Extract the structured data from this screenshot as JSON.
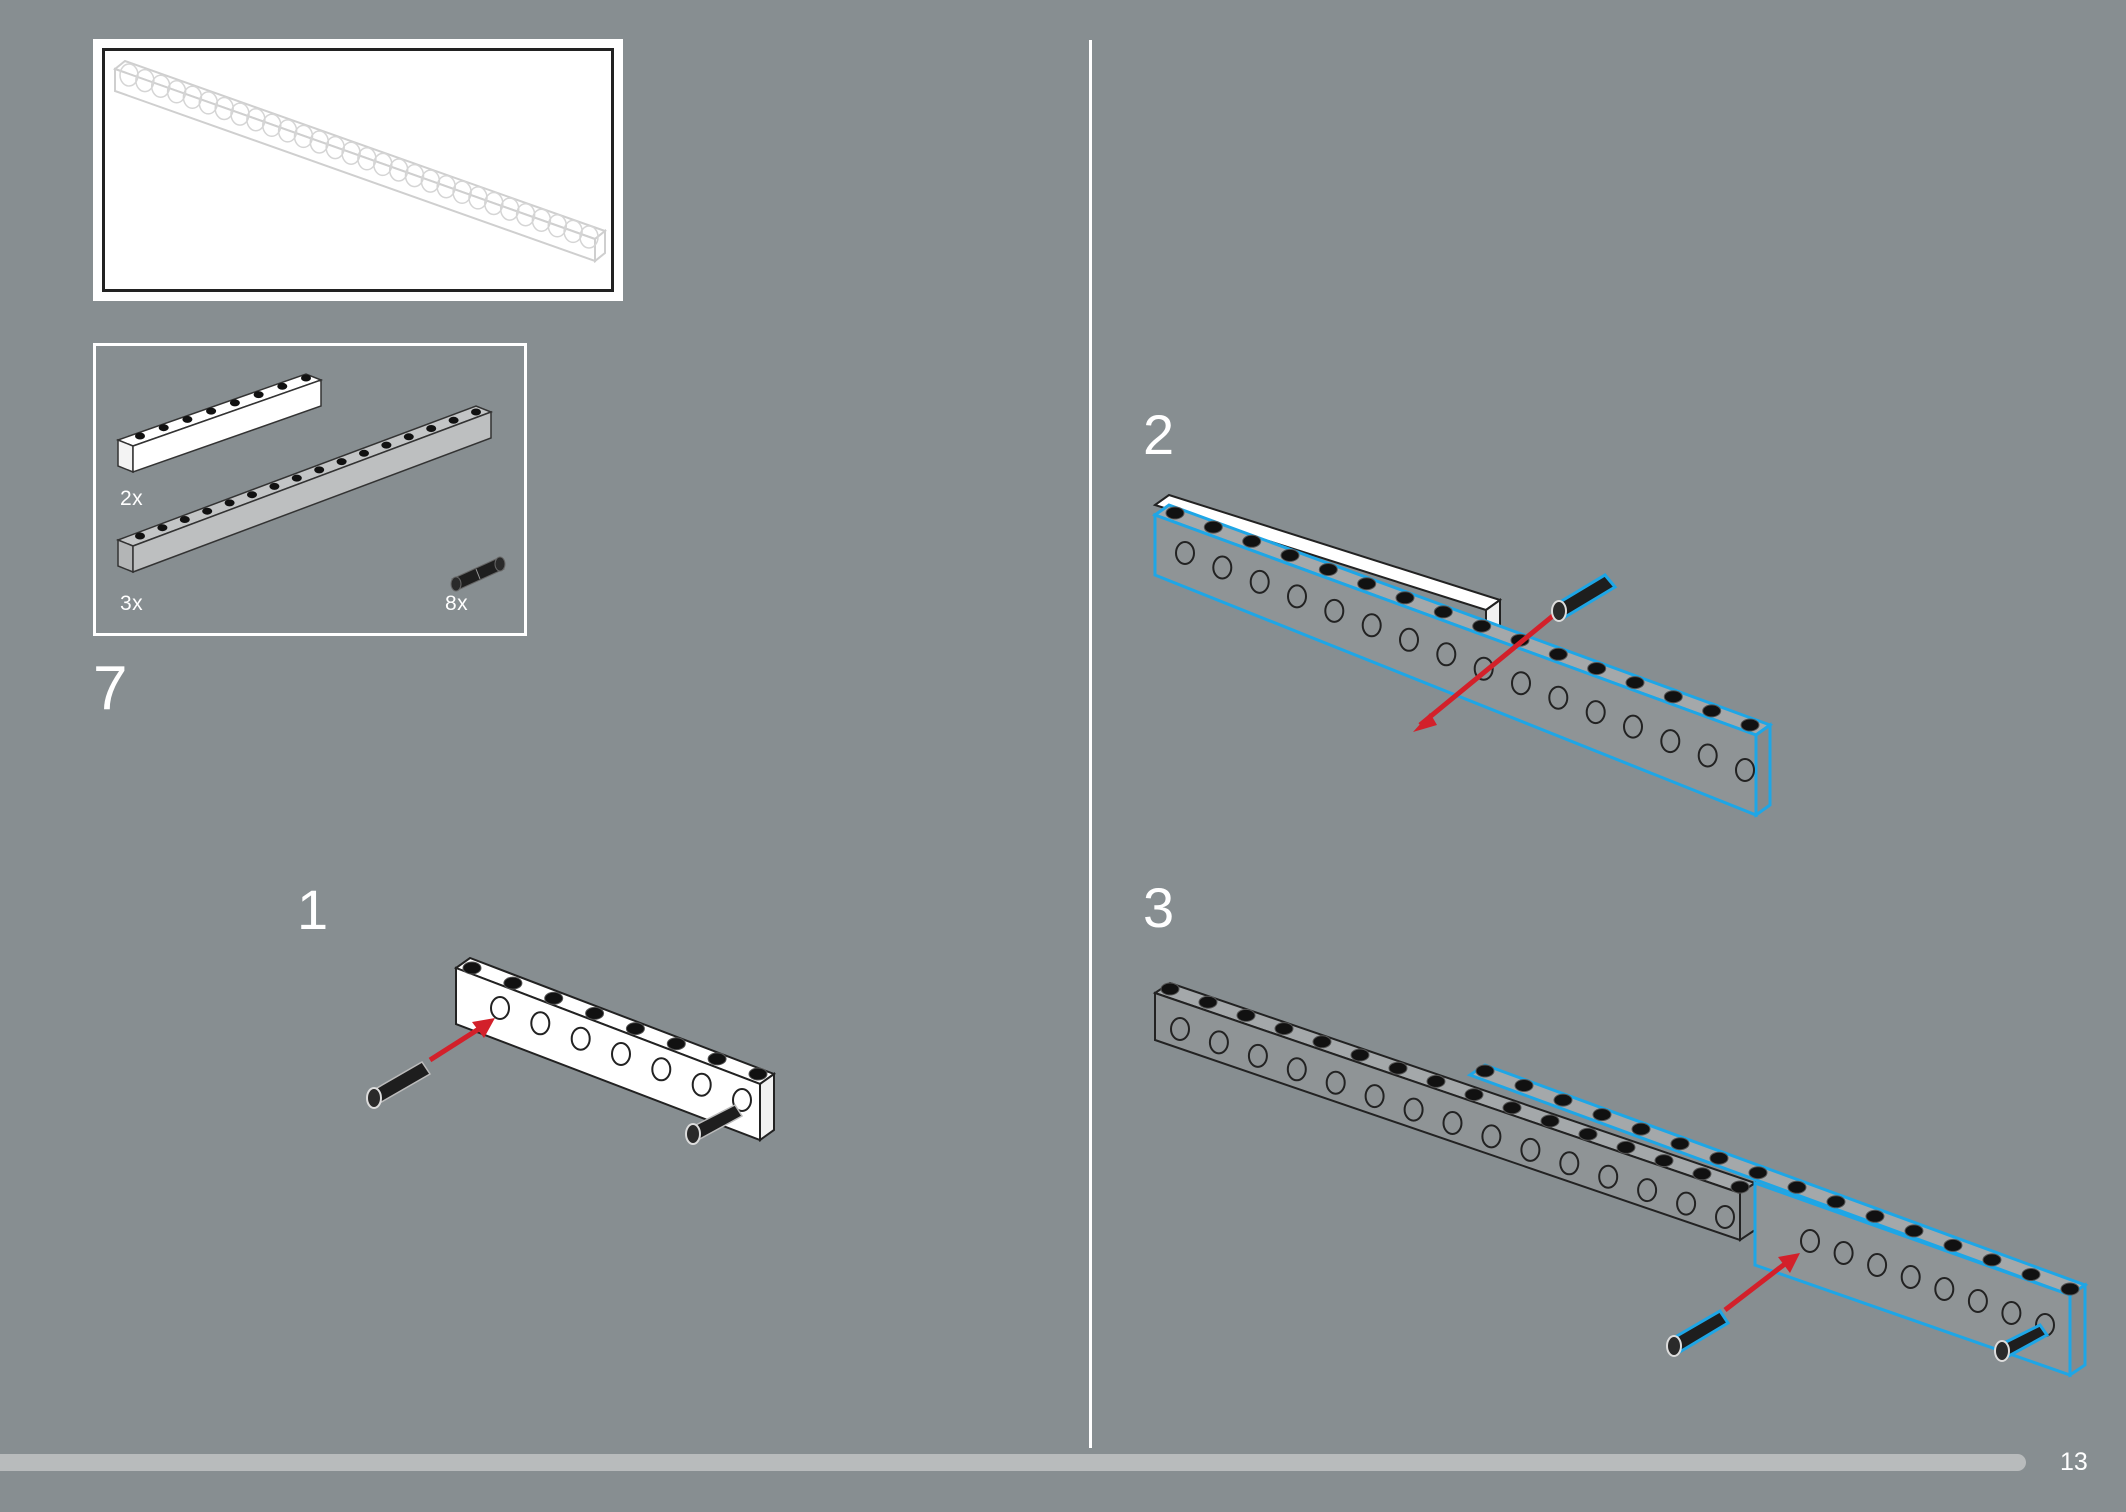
{
  "step": {
    "number": "7"
  },
  "parts": [
    {
      "quantity": "2x",
      "name": "white-beam-8",
      "color": "#ffffff"
    },
    {
      "quantity": "3x",
      "name": "grey-beam-16",
      "color": "#b5b7b8"
    },
    {
      "quantity": "8x",
      "name": "black-pin",
      "color": "#1e1e1e"
    }
  ],
  "substeps": [
    {
      "number": "1"
    },
    {
      "number": "2"
    },
    {
      "number": "3"
    }
  ],
  "colors": {
    "background": "#878e91",
    "highlight": "#1ea6e6",
    "arrow": "#d3202a",
    "stud": "#111111"
  },
  "footer": {
    "page_number": "13"
  }
}
